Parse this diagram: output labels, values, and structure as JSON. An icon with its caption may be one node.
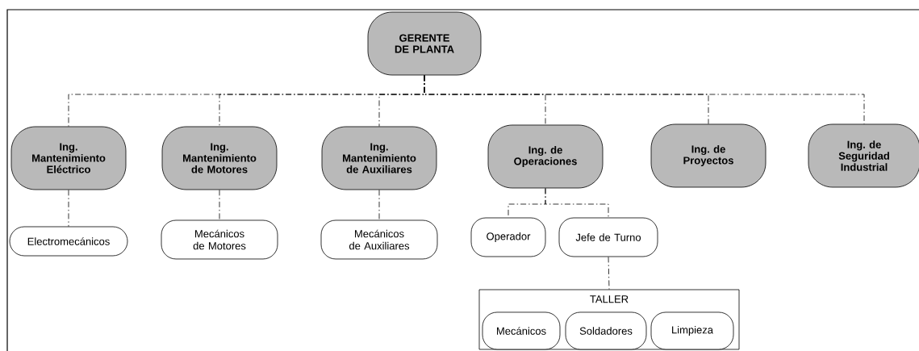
{
  "diagram": {
    "nodes": [
      {
        "text": [
          "GERENTE DE PLANTA"
        ]
      },
      {
        "text": [
          "Ing. Mantenimiento Eléctrico"
        ]
      },
      {
        "text": [
          "Ing. Mantenimiento de Motores"
        ]
      },
      {
        "text": [
          "Ing. Mantenimiento de Auxiliares"
        ]
      },
      {
        "text": [
          "Ing. de Operaciones"
        ]
      },
      {
        "text": [
          "Ing. de Proyectos"
        ]
      },
      {
        "text": [
          "Ing. de Seguridad Industrial"
        ]
      },
      {
        "text": [
          "Electromecánicos"
        ]
      },
      {
        "text": [
          "Mecánicos de Motores"
        ]
      },
      {
        "text": [
          "Mecánicos de Auxiliares"
        ]
      },
      {
        "text": [
          "Operador"
        ]
      },
      {
        "text": [
          "Jefe de Turno"
        ]
      },
      {
        "text": [
          "TALLER"
        ]
      },
      {
        "text": [
          "Mecánicos"
        ],
        "in": 12
      },
      {
        "text": [
          "Soldadores"
        ],
        "in": 12
      },
      {
        "text": [
          "Limpieza"
        ],
        "in": 12
      }
    ],
    "edges": [
      {
        "from": 0,
        "to": 1,
        "arrow": "none"
      },
      {
        "from": 0,
        "to": 2,
        "arrow": "none"
      },
      {
        "from": 0,
        "to": 3,
        "arrow": "none"
      },
      {
        "from": 0,
        "to": 4,
        "arrow": "none"
      },
      {
        "from": 0,
        "to": 5,
        "arrow": "none"
      },
      {
        "from": 0,
        "to": 6,
        "arrow": "none"
      },
      {
        "from": 1,
        "to": 7,
        "arrow": "none"
      },
      {
        "from": 2,
        "to": 8,
        "arrow": "none"
      },
      {
        "from": 3,
        "to": 9,
        "arrow": "none"
      },
      {
        "from": 4,
        "to": 10,
        "arrow": "none"
      },
      {
        "from": 4,
        "to": 11,
        "arrow": "none"
      },
      {
        "from": 11,
        "to": 12,
        "arrow": "none"
      }
    ]
  }
}
